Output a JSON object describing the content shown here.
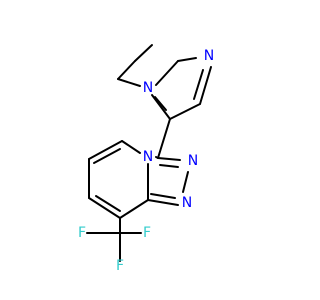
{
  "molecule": {
    "atoms": [
      {
        "id": "n_imid1",
        "symbol": "N",
        "color": "#0000FF",
        "label": "N"
      },
      {
        "id": "n_imid3",
        "symbol": "N",
        "color": "#0000FF",
        "label": "N"
      },
      {
        "id": "n_bridge",
        "symbol": "N",
        "color": "#0000FF",
        "label": "N"
      },
      {
        "id": "n_tri2",
        "symbol": "N",
        "color": "#0000FF",
        "label": "N"
      },
      {
        "id": "n_tri1",
        "symbol": "N",
        "color": "#0000FF",
        "label": "N"
      },
      {
        "id": "f_left",
        "symbol": "F",
        "color": "#33CCCC",
        "label": "F"
      },
      {
        "id": "f_right",
        "symbol": "F",
        "color": "#33CCCC",
        "label": "F"
      },
      {
        "id": "f_bottom",
        "symbol": "F",
        "color": "#33CCCC",
        "label": "F"
      }
    ],
    "bond_color": "#000000"
  }
}
